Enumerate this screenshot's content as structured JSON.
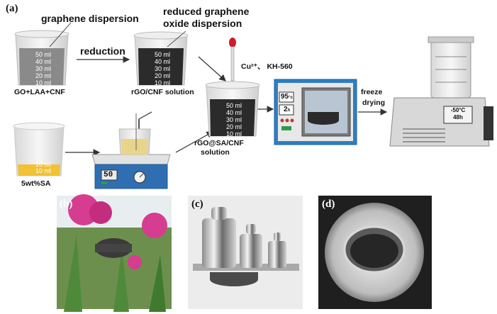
{
  "panel_labels": {
    "a": "(a)",
    "b": "(b)",
    "c": "(c)",
    "d": "(d)"
  },
  "labels": {
    "graphene_dispersion": "graphene dispersion",
    "reduced_line1": "reduced graphene",
    "reduced_line2": "oxide dispersion",
    "reduction": "reduction",
    "go_laa_cnf": "GO+LAA+CNF",
    "rgo_cnf_solution": "rGO/CNF  solution",
    "cu_kh": "Cu²⁺、 KH-560",
    "rgo_sa_cnf_line1": "rGO@SA/CNF",
    "rgo_sa_cnf_line2": "solution",
    "sa": "5wt%SA",
    "freeze": "freeze",
    "drying": "drying"
  },
  "beaker_marks": [
    "50 ml",
    "40 ml",
    "30 ml",
    "20 ml",
    "10 ml"
  ],
  "sa_beaker_marks": [
    "10 ml",
    "10 ml"
  ],
  "stirrer_display": "50",
  "oven": {
    "temp": "95",
    "temp_unit": "°c",
    "time": "2",
    "time_unit": "h"
  },
  "freeze_dryer": {
    "temp": "-50°C",
    "time": "48h"
  },
  "colors": {
    "dark_gel": "#2b2b2b",
    "gray_liquid": "#8a8a8a",
    "oven_blue": "#2f7fc1",
    "flower_pink": "#d63c8f",
    "leaf_green": "#4f8a3a"
  }
}
